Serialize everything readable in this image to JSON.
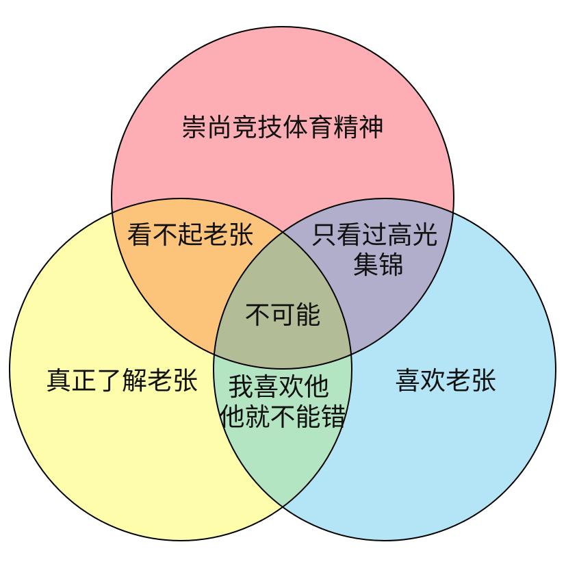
{
  "circles": {
    "top": {
      "color": "#fdaeb4"
    },
    "left": {
      "color": "#fdfdab"
    },
    "right": {
      "color": "#b3e5f7"
    }
  },
  "overlap_colors": {
    "top_left": "#fcc47a",
    "top_right": "#b0aecb",
    "left_right": "#b4e5c2",
    "center": "#b2bd98"
  },
  "labels": {
    "top": [
      "崇尚竞技体育精神"
    ],
    "left": [
      "真正了解老张"
    ],
    "right": [
      "喜欢老张"
    ],
    "top_left": [
      "看不起老张"
    ],
    "top_right": [
      "只看过高光",
      "集锦"
    ],
    "left_right": [
      "我喜欢他",
      "他就不能错"
    ],
    "center": [
      "不可能"
    ]
  }
}
